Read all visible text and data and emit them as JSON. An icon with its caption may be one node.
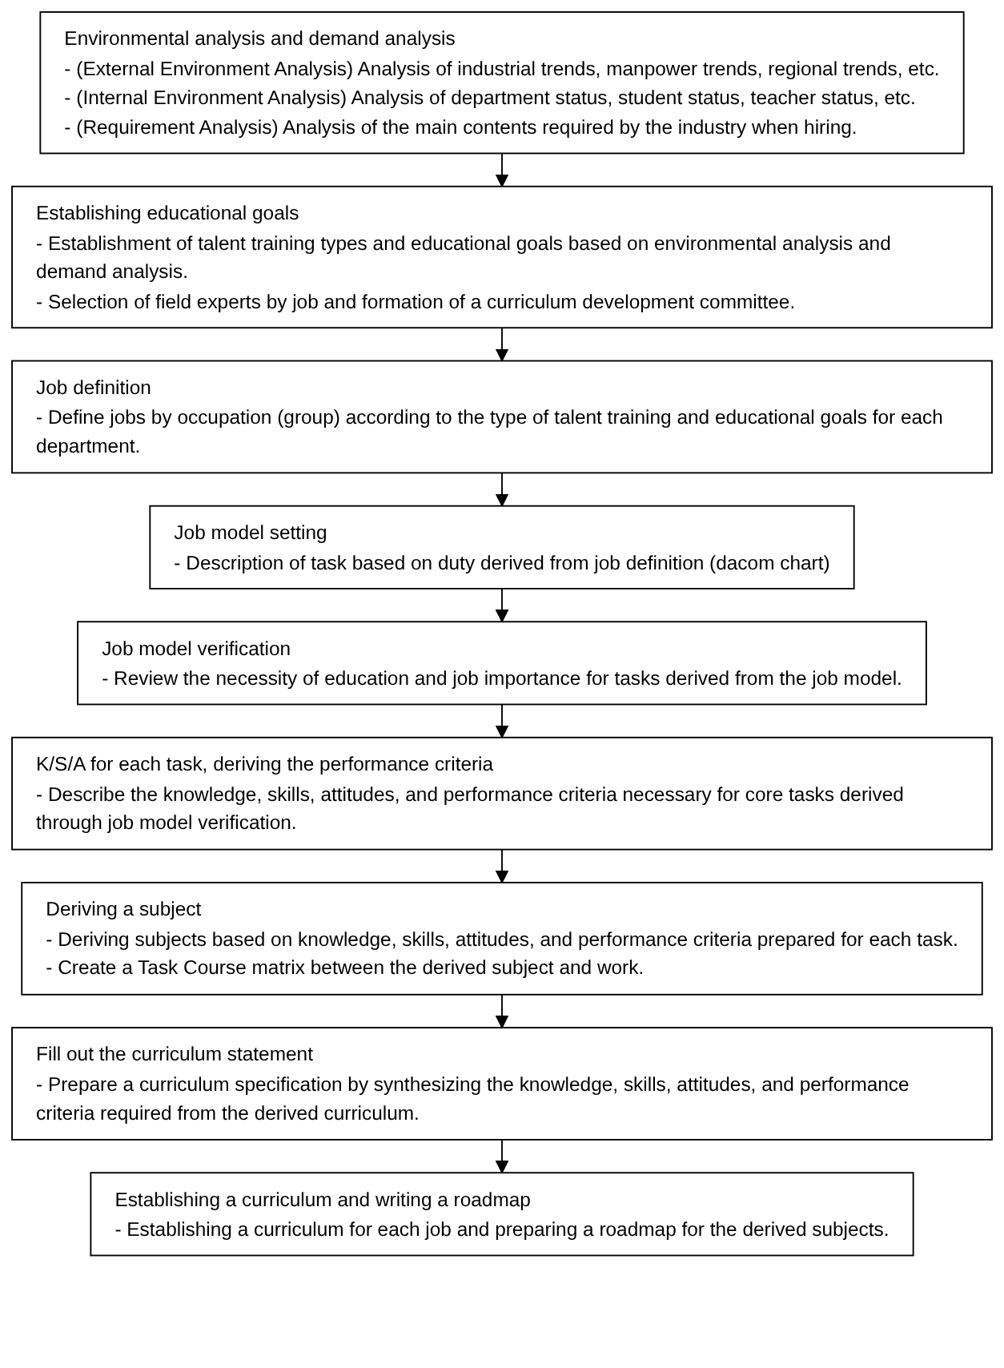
{
  "diagram": {
    "nodes": [
      {
        "text": [
          "Environmental analysis and demand analysis",
          "- (External Environment Analysis) Analysis of industrial trends, manpower trends, regional trends, etc.",
          "- (Internal Environment Analysis) Analysis of department status, student status, teacher status, etc.",
          "- (Requirement Analysis) Analysis of the main contents required by the industry when hiring."
        ]
      },
      {
        "text": [
          "Establishing educational goals",
          "- Establishment of talent training types and educational goals based on environmental analysis and demand analysis.",
          "- Selection of field experts by job and formation of a curriculum development committee."
        ]
      },
      {
        "text": [
          "Job definition",
          "- Define jobs by occupation (group) according to the type of talent training and educational goals for each department."
        ]
      },
      {
        "text": [
          "Job model setting",
          "- Description of task based on duty derived from job definition (dacom chart)"
        ]
      },
      {
        "text": [
          "Job model verification",
          "- Review the necessity of education and job importance for tasks derived from the job model."
        ]
      },
      {
        "text": [
          "K/S/A for each task, deriving the performance criteria",
          "- Describe the knowledge, skills, attitudes, and performance criteria necessary for core tasks derived through job model verification."
        ]
      },
      {
        "text": [
          "Deriving a subject",
          "- Deriving subjects based on knowledge, skills, attitudes, and performance criteria prepared for each task.",
          "- Create a Task Course matrix between the derived subject and work."
        ]
      },
      {
        "text": [
          "Fill out the curriculum statement",
          "- Prepare a curriculum specification by synthesizing the knowledge, skills, attitudes, and performance criteria required from the derived curriculum."
        ]
      },
      {
        "text": [
          "Establishing a curriculum and writing a roadmap",
          "- Establishing a curriculum for each job and preparing a roadmap for the derived subjects."
        ]
      }
    ],
    "edges": [
      {
        "from": 0,
        "to": 1,
        "arrow": "to"
      },
      {
        "from": 1,
        "to": 2,
        "arrow": "to"
      },
      {
        "from": 2,
        "to": 3,
        "arrow": "to"
      },
      {
        "from": 3,
        "to": 4,
        "arrow": "to"
      },
      {
        "from": 4,
        "to": 5,
        "arrow": "to"
      },
      {
        "from": 5,
        "to": 6,
        "arrow": "to"
      },
      {
        "from": 6,
        "to": 7,
        "arrow": "to"
      },
      {
        "from": 7,
        "to": 8,
        "arrow": "to"
      }
    ]
  }
}
